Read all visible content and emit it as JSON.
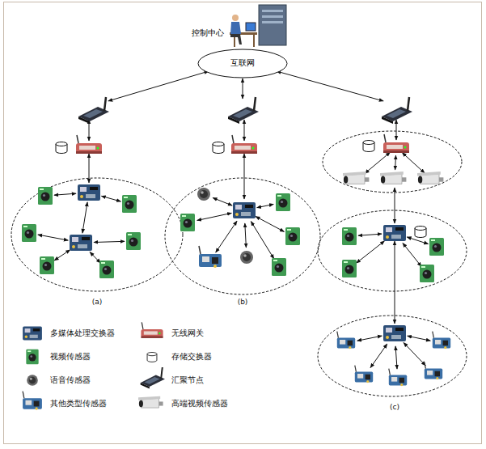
{
  "diagram": {
    "nodes": [
      {
        "text": [
          "控制中心"
        ]
      },
      {
        "text": [
          "互联网"
        ]
      }
    ],
    "labels": [
      "(a)",
      "(b)",
      "(c)"
    ],
    "legend": [
      {
        "text": "多媒体处理交换器"
      },
      {
        "text": "无线网关"
      },
      {
        "text": "视频传感器"
      },
      {
        "text": "存储交换器"
      },
      {
        "text": "语音传感器"
      },
      {
        "text": "汇聚节点"
      },
      {
        "text": "其他类型传感器"
      },
      {
        "text": "高端视频传感器"
      }
    ]
  }
}
